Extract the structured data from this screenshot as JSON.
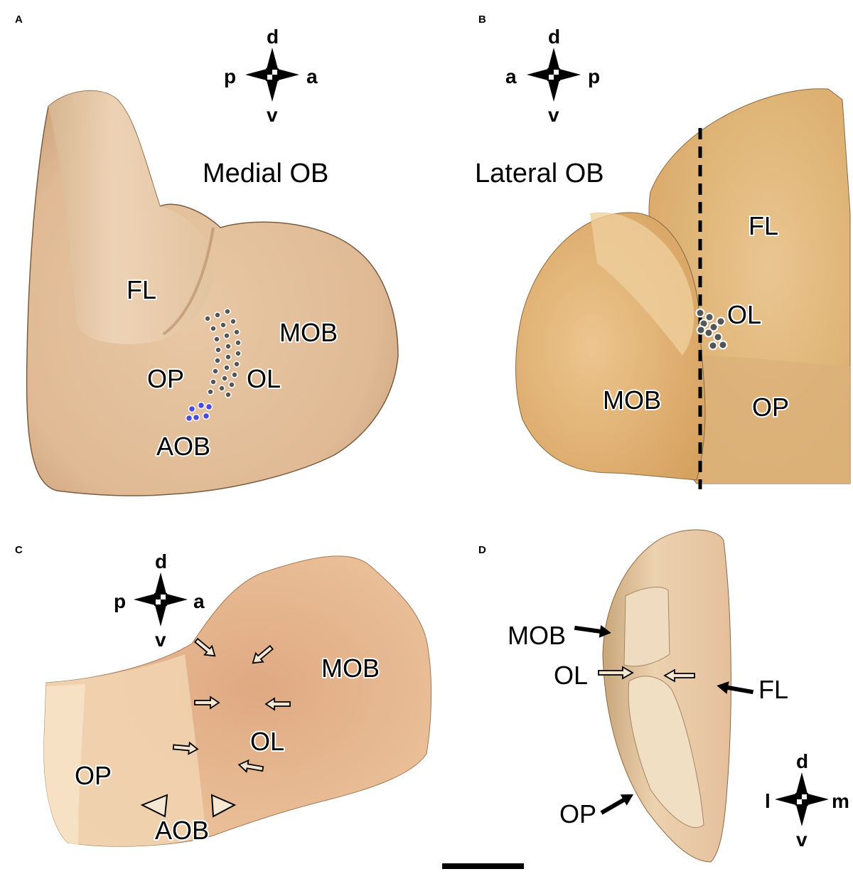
{
  "panels": {
    "A": {
      "letter": "A",
      "title": "Medial OB",
      "compass": {
        "top": "d",
        "bottom": "v",
        "left": "p",
        "right": "a"
      },
      "labels": {
        "fl": "FL",
        "mob": "MOB",
        "op": "OP",
        "ol": "OL",
        "aob": "AOB"
      }
    },
    "B": {
      "letter": "B",
      "title": "Lateral OB",
      "compass": {
        "top": "d",
        "bottom": "v",
        "left": "a",
        "right": "p"
      },
      "labels": {
        "fl": "FL",
        "ol": "OL",
        "mob": "MOB",
        "op": "OP"
      }
    },
    "C": {
      "letter": "C",
      "compass": {
        "top": "d",
        "bottom": "v",
        "left": "p",
        "right": "a"
      },
      "labels": {
        "mob": "MOB",
        "ol": "OL",
        "op": "OP",
        "aob": "AOB"
      }
    },
    "D": {
      "letter": "D",
      "compass": {
        "top": "d",
        "bottom": "v",
        "left": "l",
        "right": "m"
      },
      "labels": {
        "mob": "MOB",
        "ol": "OL",
        "fl": "FL",
        "op": "OP"
      }
    }
  },
  "colors": {
    "tissue": "#e8c9a4",
    "tissue_shadow": "#c9a27c",
    "tissue_light": "#f3dcc0",
    "tissue_orange": "#e9c08a",
    "dots_gray": "#555555",
    "dots_blue": "#4a4ae0"
  }
}
